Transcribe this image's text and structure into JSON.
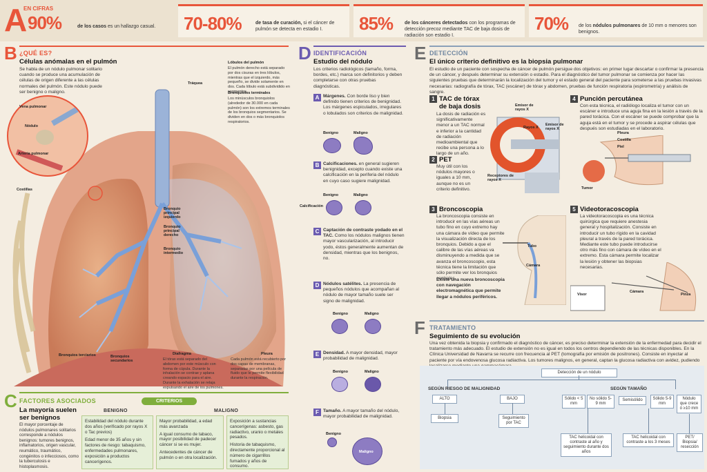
{
  "stats": {
    "letter": "A",
    "header": "EN CIFRAS",
    "items": [
      {
        "value": "90%",
        "text_pre": "de los casos",
        "text_bold": "",
        "text_post": " es un hallazgo casual."
      },
      {
        "value": "70-80%",
        "text_pre": "de tasa de curación,",
        "text_bold": "",
        "text_post": " si el cáncer de pulmón se detecta en estadio I."
      },
      {
        "value": "85%",
        "text_pre": "",
        "text_bold": "de los cánceres detectados",
        "text_post": " con los programas de detección precoz mediante TAC de baja dosis de radiación son estadio I."
      },
      {
        "value": "70%",
        "text_pre": "de los",
        "text_bold": " nódulos pulmonares",
        "text_post": " de 10 mm o menores son benignos."
      }
    ]
  },
  "sectionB": {
    "letter": "B",
    "label": "¿QUÉ ES?",
    "title": "Células anómalas en el pulmón",
    "body": "Se habla de un nódulo pulmonar solitario cuando se produce una acumulación de células de origen diferente a las células normales del pulmón. Este nódulo puede ser benigno o maligno.",
    "labels": {
      "vena": "Vena pulmonar",
      "nodulo": "Nódulo",
      "arteria": "Arteria pulmonar",
      "costillas": "Costillas",
      "traquea": "Tráquea",
      "lobulos": "Lóbulos del pulmón",
      "lobulos_txt": "El pulmón derecho está separado por dos cisuras en tres lóbulos, mientras que el izquierdo, más pequeño, se divide solamente en dos. Cada lóbulo está subdividido en segmentos.",
      "bronquiolos": "Bronquiolos terminales",
      "bronquiolos_txt": "Los minúsculos bronquiolos (alrededor de 30.000 en cada pulmón) son los extremos terminales de los bronquios segmentarios. Se dividen en dos o más bronquiolos respiratorios.",
      "bp_izq": "Bronquio principal izquierdo",
      "bp_der": "Bronquio principal derecho",
      "b_inter": "Bronquio intermedio",
      "terciarios": "Bronquios terciarios",
      "secundarios": "Bronquios secundarios",
      "diafragma": "Diafragma",
      "diafragma_txt": "El tórax está separado del abdomen por este músculo con forma de cúpula. Durante la inhalación se contrae y aplana creando espacio para el aire. Durante la exhalación se relaja expulsando el aire de los pulmones.",
      "pleura": "Pleura",
      "pleura_txt": "Cada pulmón está recubierto por dos capas de membranas, separadas por una película de fluido que le permite flexibilidad durante la respiración."
    }
  },
  "sectionC": {
    "letter": "C",
    "label": "FACTORES ASOCIADOS",
    "title": "La mayoría suelen ser benignos",
    "body": "El mayor porcentaje de nódulos pulmonares solitarios corresponde a nódulos benignos: tumores benignos, inflamatorios, origen vascular, reumático, traumático, congénitos o infecciosos, como la tuberculosis e histoplasmosis.",
    "criterios": "CRITERIOS",
    "benigno": "BENIGNO",
    "maligno": "MALIGNO",
    "ben_items": [
      "Estabilidad del nódulo durante dos años (verificado por rayos X o Tac previos)",
      "Edad menor de 35 años y sin factores de riesgo: tabaquismo, enfermedades pulmonares, exposición a productos cancerígenos."
    ],
    "mal_items1": [
      "Mayor probabilidad, a edad más avanzada",
      "A igual consumo de tabaco, mayor posibilidad de padecer cáncer si se es mujer.",
      "Antecedentes de cáncer de pulmón o en otra localización."
    ],
    "mal_items2": [
      "Exposición a sustancias cancerígenas: asbesto, gas radiactivo, uranio o metales pesados.",
      "Historia de tabaquismo, directamente proporcional al número de cigarrillos fumados y años de consumo."
    ]
  },
  "sectionD": {
    "letter": "D",
    "label": "IDENTIFICACIÓN",
    "title": "Estudio del nódulo",
    "body": "Los criterios radiológicos (tamaño, forma, bordes, etc.) marca son definitorios y deben completarse con otras pruebas diagnósticas.",
    "items": [
      {
        "letter": "A",
        "head": "Márgenes.",
        "text": " Con borde liso y bien definido tienen criterios de benignidad. Los márgenes espiculados, irregulares o lobulados son criterios de malignidad."
      },
      {
        "letter": "B",
        "head": "Calcificaciones.",
        "text": " en general sugieren benignidad, excepto cuando existe una calcificación en la periferia del nódulo en cuyo caso sugiere malignidad."
      },
      {
        "letter": "C",
        "head": "Captación de contraste yodado en el TAC.",
        "text": " Como los nódulos malignos tienen mayor vascularización, al introducir yodo, éstos generalmente aumentan de densidad, mientras que los benignos, no."
      },
      {
        "letter": "D",
        "head": "Nódulos satélites.",
        "text": " La presencia de pequeños nódulos que acompañan al nódulo de mayor tamaño suele ser signo de malignidad."
      },
      {
        "letter": "E",
        "head": "Densidad.",
        "text": " A mayor densidad, mayor probabilidad de malignidad."
      },
      {
        "letter": "F",
        "head": "Tamaño.",
        "text": " A mayor tamaño del nódulo, mayor probabilidad de malignidad."
      }
    ],
    "benigno": "Benigno",
    "maligno": "Maligno",
    "calcificacion": "Calcificación"
  },
  "sectionE": {
    "letter": "E",
    "label": "DETECCIÓN",
    "title": "El único criterio definitivo es la biopsia pulmonar",
    "body": "El estudio de un paciente con sospecha de cáncer de pulmón persigue dos objetivos: en primer lugar descartar o confirmar la presencia de un cáncer, y después determinar su extensión o estadio. Para el diagnóstico del tumor pulmonar se comienza por hacer las siguientes pruebas que determinarán la localización del tumor y el estado general del paciente para someterse a las pruebas invasivas necesarias: radiografía de tórax, TAC (escáner) de tórax y abdomen, pruebas de función respiratoria (espirometría) y análisis de sangre.",
    "items": [
      {
        "n": "1",
        "head": "TAC de tórax de baja dosis",
        "text": "La dosis de radiación es significativamente menor a un TAC normal e inferior a la cantidad de radiación medioambiental que recibe una persona a lo largo de un año."
      },
      {
        "n": "2",
        "head": "PET",
        "text": "Muy útil con los nódulos mayores o iguales a 10 mm, aunque no es un criterio definitivo."
      },
      {
        "n": "3",
        "head": "Broncoscopia",
        "text": "La broncoscopia consiste en introducir en las vías aéreas un tubo fino en cuyo extremo hay una cámara de vídeo que permite la visualización directa de los bronquios. Debido a que el calibre de las vías aéreas va disminuyendo a medida que se avanza el broncoscopio, esta técnica tiene la limitación que sólo permite ver los bronquios centrales.",
        "bold": "Existe una nueva broncoscopia con navegación electromagnética que permite llegar a nódulos periféricos."
      },
      {
        "n": "4",
        "head": "Punción percutánea",
        "text": "Con esta técnica, el radiólogo localiza el tumor con un escáner e introduce una aguja fina en la lesión a través de la pared torácica. Con el escáner se puede comprobar que la aguja está en el tumor y se procede a aspirar células que después son estudiadas en el laboratorio."
      },
      {
        "n": "5",
        "head": "Videotoracoscopia",
        "text": "La videotoracoscopia es una técnica quirúrgica que requiere anestesia general y hospitalización. Consiste en introducir un tubo rígido en la cavidad pleural a través de la pared torácica. Mediante este tubo puede introducirse otro más fino con cámara de vídeo en el extremo. Esta cámara permite localizar la lesión y obtener las biopsias necesarias."
      }
    ],
    "labels": {
      "emisor1": "Emisor de rayos X",
      "rayos": "Rayos X",
      "emisor2": "Emisor de rayos X",
      "receptores": "Receptores de rayos X",
      "tubo": "Tubo",
      "camara": "Cámara",
      "pleura": "Pleura",
      "costilla": "Costilla",
      "piel": "Piel",
      "tumor": "Tumor",
      "visor": "Visor",
      "camara2": "Cámara",
      "pinza": "Pinza"
    }
  },
  "sectionF": {
    "letter": "F",
    "label": "TRATAMIENTO",
    "title": "Seguimiento de su evolución",
    "body": "Una vez obtenida la biopsia y confirmado el diagnóstico de cáncer, es preciso determinar la extensión de la enfermedad para decidir el tratamiento más adecuado. El estudio de extensión no es igual en todos los centros dependiendo de las técnicas disponibles. En la Clínica Universidad de Navarra se recurre con frecuencia al PET (tomografía por emisión de positrones). Consiste en inyectar al paciente por vía endovenosa glucosa radiactiva. Los tumores malignos, en general, captan la glucosa radiactiva con avidez, pudiendo localizarse mediante una gammacámara.",
    "root": "Detección de un nódulo",
    "riesgo": "SEGÚN RIESGO DE MALIGNIDAD",
    "tamano": "SEGÚN TAMAÑO",
    "alto": "ALTO",
    "bajo": "BAJO",
    "biopsia": "Biopsia",
    "seg_tac": "Seguimiento por TAC",
    "solido1": "Sólido < 5 mm",
    "nosolido": "No sólido 5-9 mm",
    "semisolido": "Semisólido",
    "solido2": "Sólido 5-9 mm",
    "nodcrece": "Nódulo que crece ó ≥10 mm",
    "tac1": "TAC helicoidal con contraste al año y seguimiento durante dos años",
    "tac2": "TAC helicoidal con contraste a los 3 meses",
    "pet": "PET/ Biopsia/ resección"
  }
}
